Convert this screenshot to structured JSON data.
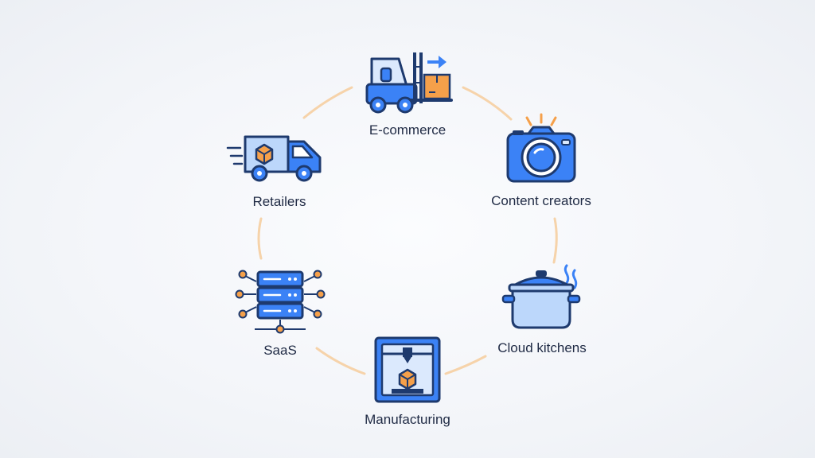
{
  "diagram": {
    "nodes": [
      {
        "id": "ecommerce",
        "label": "E-commerce",
        "icon": "forklift-icon"
      },
      {
        "id": "content-creators",
        "label": "Content creators",
        "icon": "camera-icon"
      },
      {
        "id": "cloud-kitchens",
        "label": "Cloud kitchens",
        "icon": "cooking-pot-icon"
      },
      {
        "id": "manufacturing",
        "label": "Manufacturing",
        "icon": "3d-printer-icon"
      },
      {
        "id": "saas",
        "label": "SaaS",
        "icon": "server-network-icon"
      },
      {
        "id": "retailers",
        "label": "Retailers",
        "icon": "delivery-van-icon"
      }
    ],
    "colors": {
      "outline": "#1e3a6e",
      "blue": "#3b82f6",
      "light_blue": "#bcd7fb",
      "orange": "#f5a04a",
      "arc": "#f6d3aa",
      "text": "#1f2a44"
    }
  }
}
